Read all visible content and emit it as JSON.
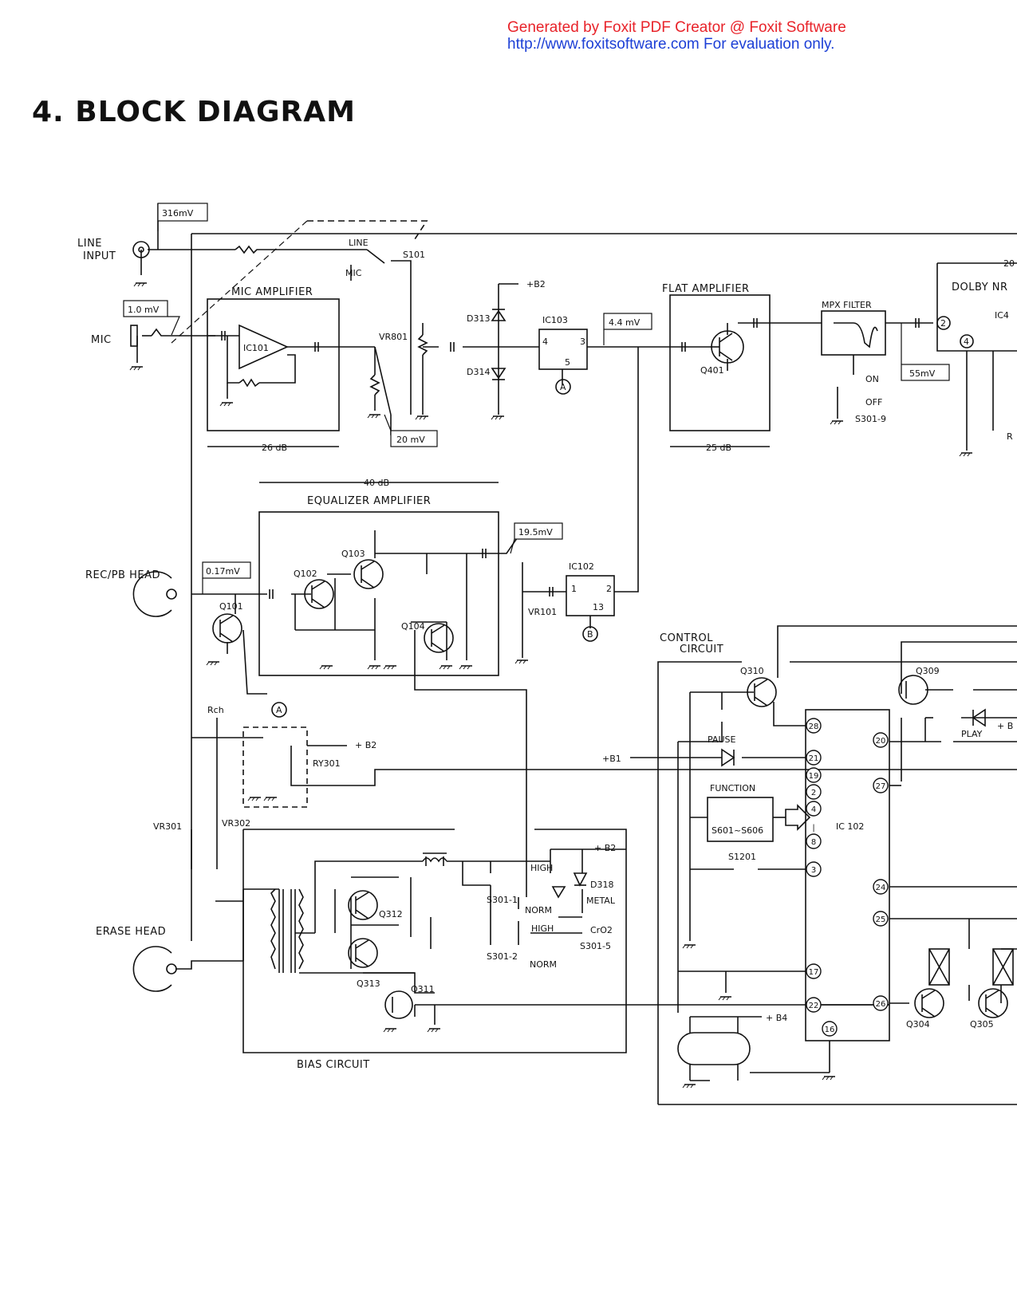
{
  "watermark": {
    "line1": "Generated by Foxit PDF Creator @ Foxit Software",
    "line2": "http://www.foxitsoftware.com   For evaluation only."
  },
  "title": "4. BLOCK  DIAGRAM",
  "colors": {
    "ink": "#111111",
    "watermark_red": "#e8232a",
    "watermark_blue": "#1c3fd6"
  },
  "blocks": {
    "mic_amp": "MIC  AMPLIFIER",
    "flat_amp": "FLAT  AMPLIFIER",
    "mpx_filter": "MPX  FILTER",
    "dolby": "DOLBY  NR",
    "equalizer": "EQUALIZER  AMPLIFIER",
    "control": "CONTROL",
    "control2": "CIRCUIT",
    "bias": "BIAS  CIRCUIT"
  },
  "io": {
    "line_input_1": "LINE",
    "line_input_2": "INPUT",
    "mic": "MIC",
    "rec_pb_head": "REC/PB  HEAD",
    "erase_head": "ERASE  HEAD",
    "rch": "Rch"
  },
  "levels": {
    "line": "316mV",
    "mic": "1.0 mV",
    "vr801": "20 mV",
    "ic103": "4.4 mV",
    "mpx": "55mV",
    "eq_out": "19.5mV",
    "head": "0.17mV"
  },
  "gains": {
    "mic_amp": "26 dB",
    "flat_amp": "25 dB",
    "eq_amp": "40 dB",
    "dolby_partial": "20"
  },
  "parts": {
    "s101": "S101",
    "s101_line": "LINE",
    "s101_mic": "MIC",
    "ic101": "IC101",
    "vr801": "VR801",
    "d313": "D313",
    "d314": "D314",
    "b2": "+B2",
    "ic103": "IC103",
    "ic103_p4": "4",
    "ic103_p3": "3",
    "ic103_p5": "5",
    "q401": "Q401",
    "on": "ON",
    "off": "OFF",
    "s301_9": "S301-9",
    "ic4_partial": "IC4",
    "dolby_p2": "2",
    "dolby_p4": "4",
    "r_partial": "R",
    "q101": "Q101",
    "q102": "Q102",
    "q103": "Q103",
    "q104": "Q104",
    "vr101": "VR101",
    "ic102s": "IC102",
    "ic102s_p1": "1",
    "ic102s_p2": "2",
    "ic102s_p13": "13",
    "ry301": "RY301",
    "b2b": "+ B2",
    "vr301": "VR301",
    "vr302": "VR302",
    "q310": "Q310",
    "q309": "Q309",
    "play": "PLAY",
    "b_partial": "+ B",
    "pause": "PAUSE",
    "b1": "+B1",
    "function": "FUNCTION",
    "s601": "S601~S606",
    "s1201": "S1201",
    "ic102": "IC 102",
    "b4": "+ B4",
    "q304": "Q304",
    "q305": "Q305",
    "b2c": "+ B2",
    "high": "HIGH",
    "norm": "NORM",
    "d318": "D318",
    "metal": "METAL",
    "cro2": "CrO2",
    "s301_1": "S301-1",
    "s301_2": "S301-2",
    "s301_5": "S301-5",
    "high2": "HIGH",
    "norm2": "NORM",
    "q311": "Q311",
    "q312": "Q312",
    "q313": "Q313",
    "ref_a": "A",
    "ref_b": "B"
  },
  "pins": [
    "28",
    "21",
    "19",
    "2",
    "4",
    "|",
    "8",
    "3",
    "17",
    "22",
    "16",
    "20",
    "27",
    "24",
    "25",
    "26"
  ]
}
